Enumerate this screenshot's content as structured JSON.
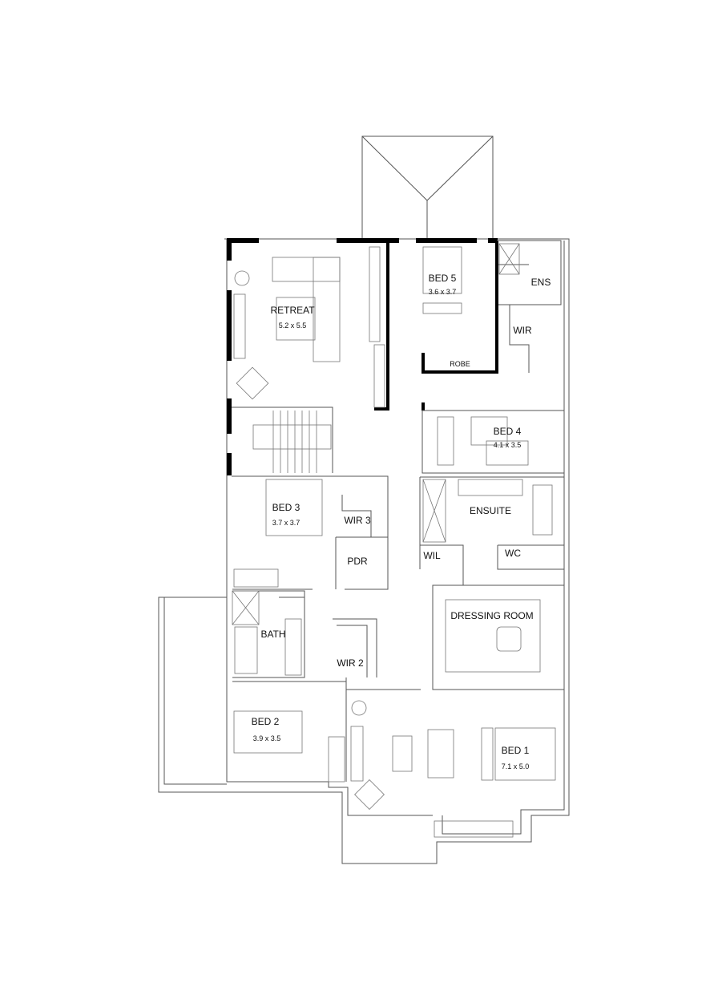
{
  "plan": {
    "rooms": [
      {
        "id": "retreat",
        "name": "RETREAT",
        "size": "5.2 x 5.5"
      },
      {
        "id": "bed5",
        "name": "BED 5",
        "size": "3.6 x 3.7"
      },
      {
        "id": "ens",
        "name": "ENS"
      },
      {
        "id": "wir",
        "name": "WIR"
      },
      {
        "id": "robe",
        "name": "ROBE"
      },
      {
        "id": "bed4",
        "name": "BED 4",
        "size": "4.1 x 3.5"
      },
      {
        "id": "bed3",
        "name": "BED 3",
        "size": "3.7 x 3.7"
      },
      {
        "id": "wir3",
        "name": "WIR 3"
      },
      {
        "id": "pdr",
        "name": "PDR"
      },
      {
        "id": "ensuite",
        "name": "ENSUITE"
      },
      {
        "id": "wil",
        "name": "WIL"
      },
      {
        "id": "wc",
        "name": "WC"
      },
      {
        "id": "dressing",
        "name": "DRESSING ROOM"
      },
      {
        "id": "bath",
        "name": "BATH"
      },
      {
        "id": "wir2",
        "name": "WIR 2"
      },
      {
        "id": "bed2",
        "name": "BED 2",
        "size": "3.9 x 3.5"
      },
      {
        "id": "bed1",
        "name": "BED 1",
        "size": "7.1 x 5.0"
      }
    ],
    "colors": {
      "wall": "#000000",
      "line": "#555555",
      "background": "#ffffff"
    }
  }
}
